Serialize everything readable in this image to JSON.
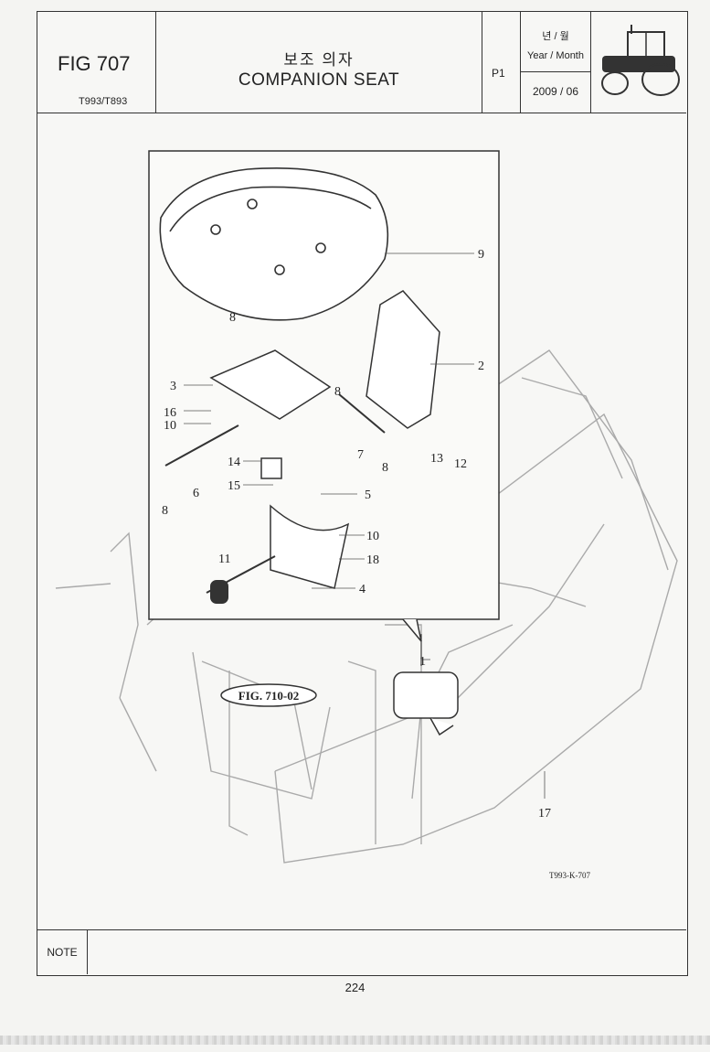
{
  "header": {
    "fig_label": "FIG 707",
    "model": "T993/T893",
    "title_kr": "보조 의자",
    "title_en": "COMPANION SEAT",
    "page_tag": "P1",
    "year_month_kr": "년 / 월",
    "year_month_label": "Year / Month",
    "date": "2009 / 06"
  },
  "diagram": {
    "callouts": [
      "9",
      "8",
      "2",
      "3",
      "8",
      "16",
      "10",
      "7",
      "8",
      "13",
      "12",
      "14",
      "6",
      "15",
      "5",
      "8",
      "10",
      "11",
      "18",
      "4",
      "1",
      "17"
    ],
    "ref_figure": "FIG. 710-02",
    "drawing_code": "T993-K-707"
  },
  "note": {
    "label": "NOTE"
  },
  "footer": {
    "page_number": "224"
  }
}
